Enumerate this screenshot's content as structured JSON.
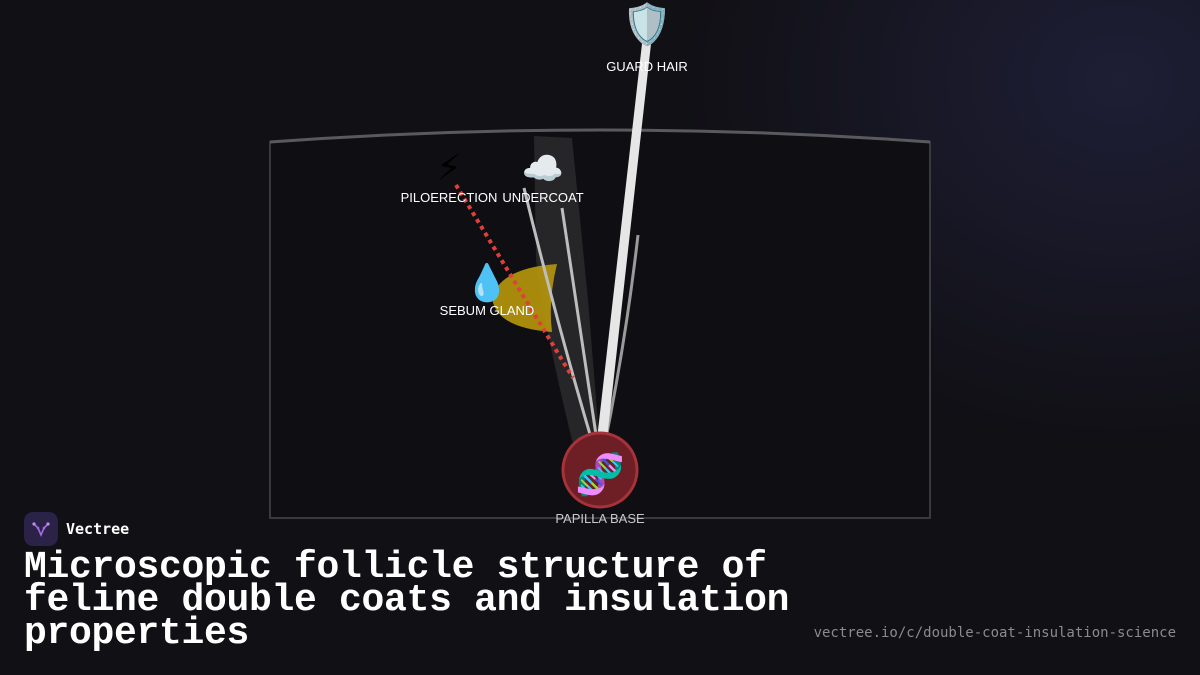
{
  "diagram": {
    "labels": {
      "guard_hair": "GUARD HAIR",
      "piloerection": "PILOERECTION",
      "undercoat": "UNDERCOAT",
      "sebum_gland": "SEBUM GLAND",
      "papilla_base": "PAPILLA BASE"
    },
    "icons": {
      "guard_hair": "shield-icon",
      "piloerection": "lightning-icon",
      "undercoat": "cloud-icon",
      "sebum_gland": "droplet-icon",
      "papilla_base": "dna-icon"
    },
    "glyphs": {
      "shield": "🛡️",
      "lightning": "⚡",
      "cloud": "☁️",
      "droplet": "💧",
      "dna": "🧬"
    },
    "colors": {
      "sebum_gland": "#b8980c",
      "muscle_line": "#e0403a",
      "papilla": "#7a2228",
      "hair": "#e6e6e6"
    }
  },
  "brand": {
    "name": "Vectree"
  },
  "title": "Microscopic follicle structure of feline double coats and insulation properties",
  "url": "vectree.io/c/double-coat-insulation-science"
}
